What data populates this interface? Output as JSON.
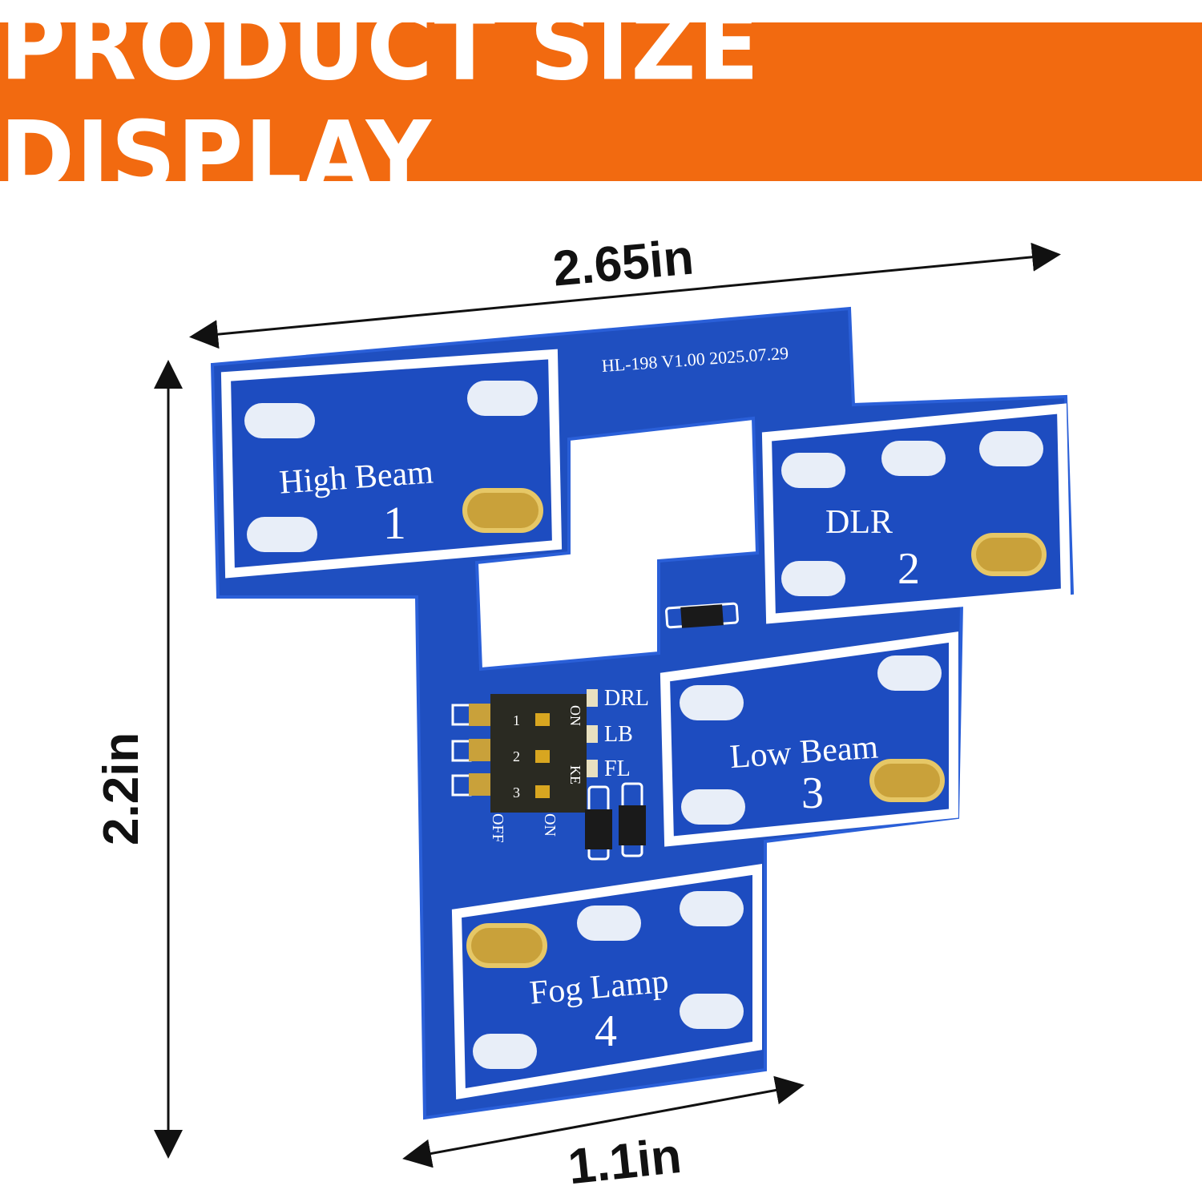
{
  "banner": {
    "title": "PRODUCT SIZE DISPLAY",
    "color": "#f26a10"
  },
  "dimensions": {
    "width": "2.65in",
    "height": "2.2in",
    "stem_width": "1.1in"
  },
  "board": {
    "color": "#1f4fc0",
    "marking": "HL-198 V1.00 2025.07.29",
    "ports": [
      {
        "name": "High Beam",
        "number": "1"
      },
      {
        "name": "DLR",
        "number": "2"
      },
      {
        "name": "Low Beam",
        "number": "3"
      },
      {
        "name": "Fog Lamp",
        "number": "4"
      }
    ],
    "switch_labels": [
      "DRL",
      "LB",
      "FL"
    ],
    "switch_numbers": [
      "1",
      "2",
      "3"
    ],
    "switch_on": "ON",
    "switch_off": "OFF",
    "switch_ke": "KE"
  }
}
